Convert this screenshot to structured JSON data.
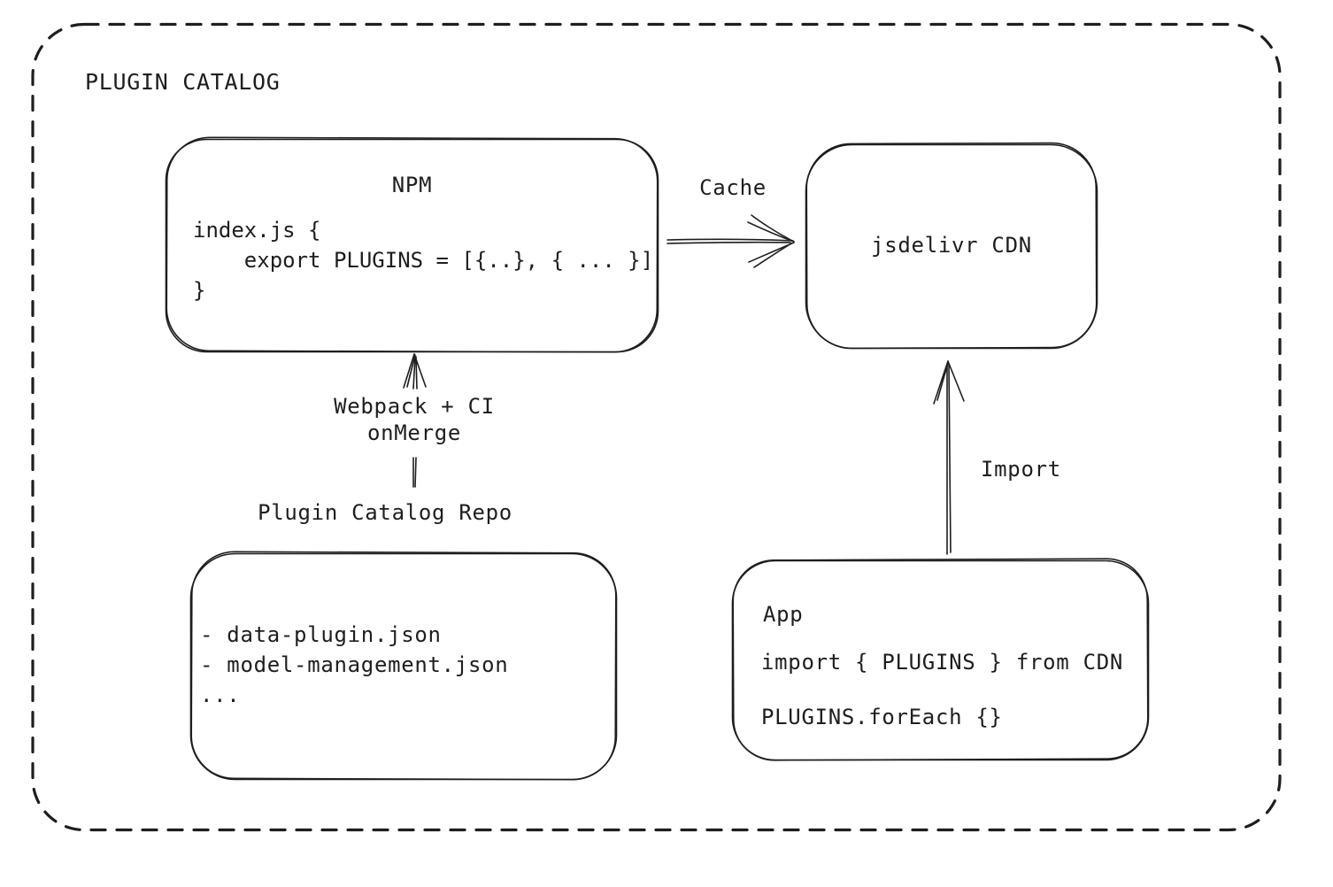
{
  "frame": {
    "title": "PLUGIN CATALOG"
  },
  "nodes": {
    "npm": {
      "title": "NPM",
      "code": [
        "index.js {",
        "    export PLUGINS = [{..}, { ... }]",
        "}"
      ]
    },
    "cdn": {
      "title": "jsdelivr CDN"
    },
    "repo": {
      "title": "Plugin Catalog Repo",
      "files": [
        "- data-plugin.json",
        "- model-management.json",
        "..."
      ]
    },
    "app": {
      "title": "App",
      "code": [
        "import { PLUGINS } from CDN",
        "PLUGINS.forEach {}"
      ]
    }
  },
  "edges": {
    "cache": {
      "label": "Cache"
    },
    "build": {
      "label_lines": [
        "Webpack + CI",
        "onMerge"
      ]
    },
    "import": {
      "label": "Import"
    }
  },
  "colors": {
    "ink": "#1e1e1e",
    "background": "#ffffff"
  }
}
